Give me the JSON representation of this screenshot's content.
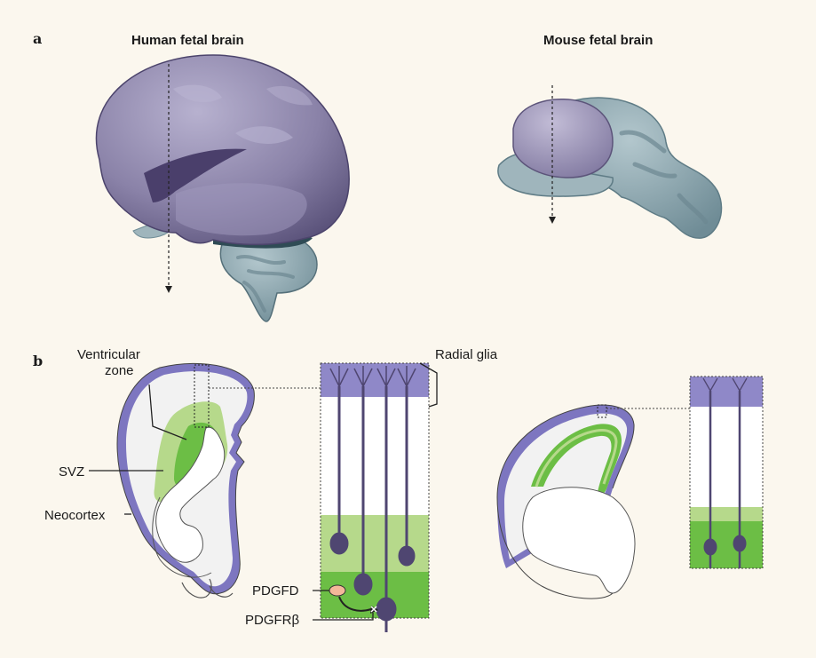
{
  "panel_a": {
    "letter": "a",
    "human_title": "Human fetal brain",
    "mouse_title": "Mouse fetal brain"
  },
  "panel_b": {
    "letter": "b",
    "labels": {
      "ventricular_line1": "Ventricular",
      "ventricular_line2": "zone",
      "svz": "SVZ",
      "neocortex": "Neocortex",
      "radial_glia": "Radial glia",
      "pdgfd": "PDGFD",
      "pdgfrb": "PDGFRβ"
    }
  },
  "colors": {
    "background": "#fbf7ee",
    "cortex_purple": "#7d76c0",
    "neuron": "#4f4671",
    "ventricular_green": "#6cbe45",
    "svz_light_green": "#b6d98b",
    "pdgfd_orange": "#f4b89a",
    "brain_purple": "#8a82a8",
    "cerebellum_teal": "#8fa9b1"
  }
}
